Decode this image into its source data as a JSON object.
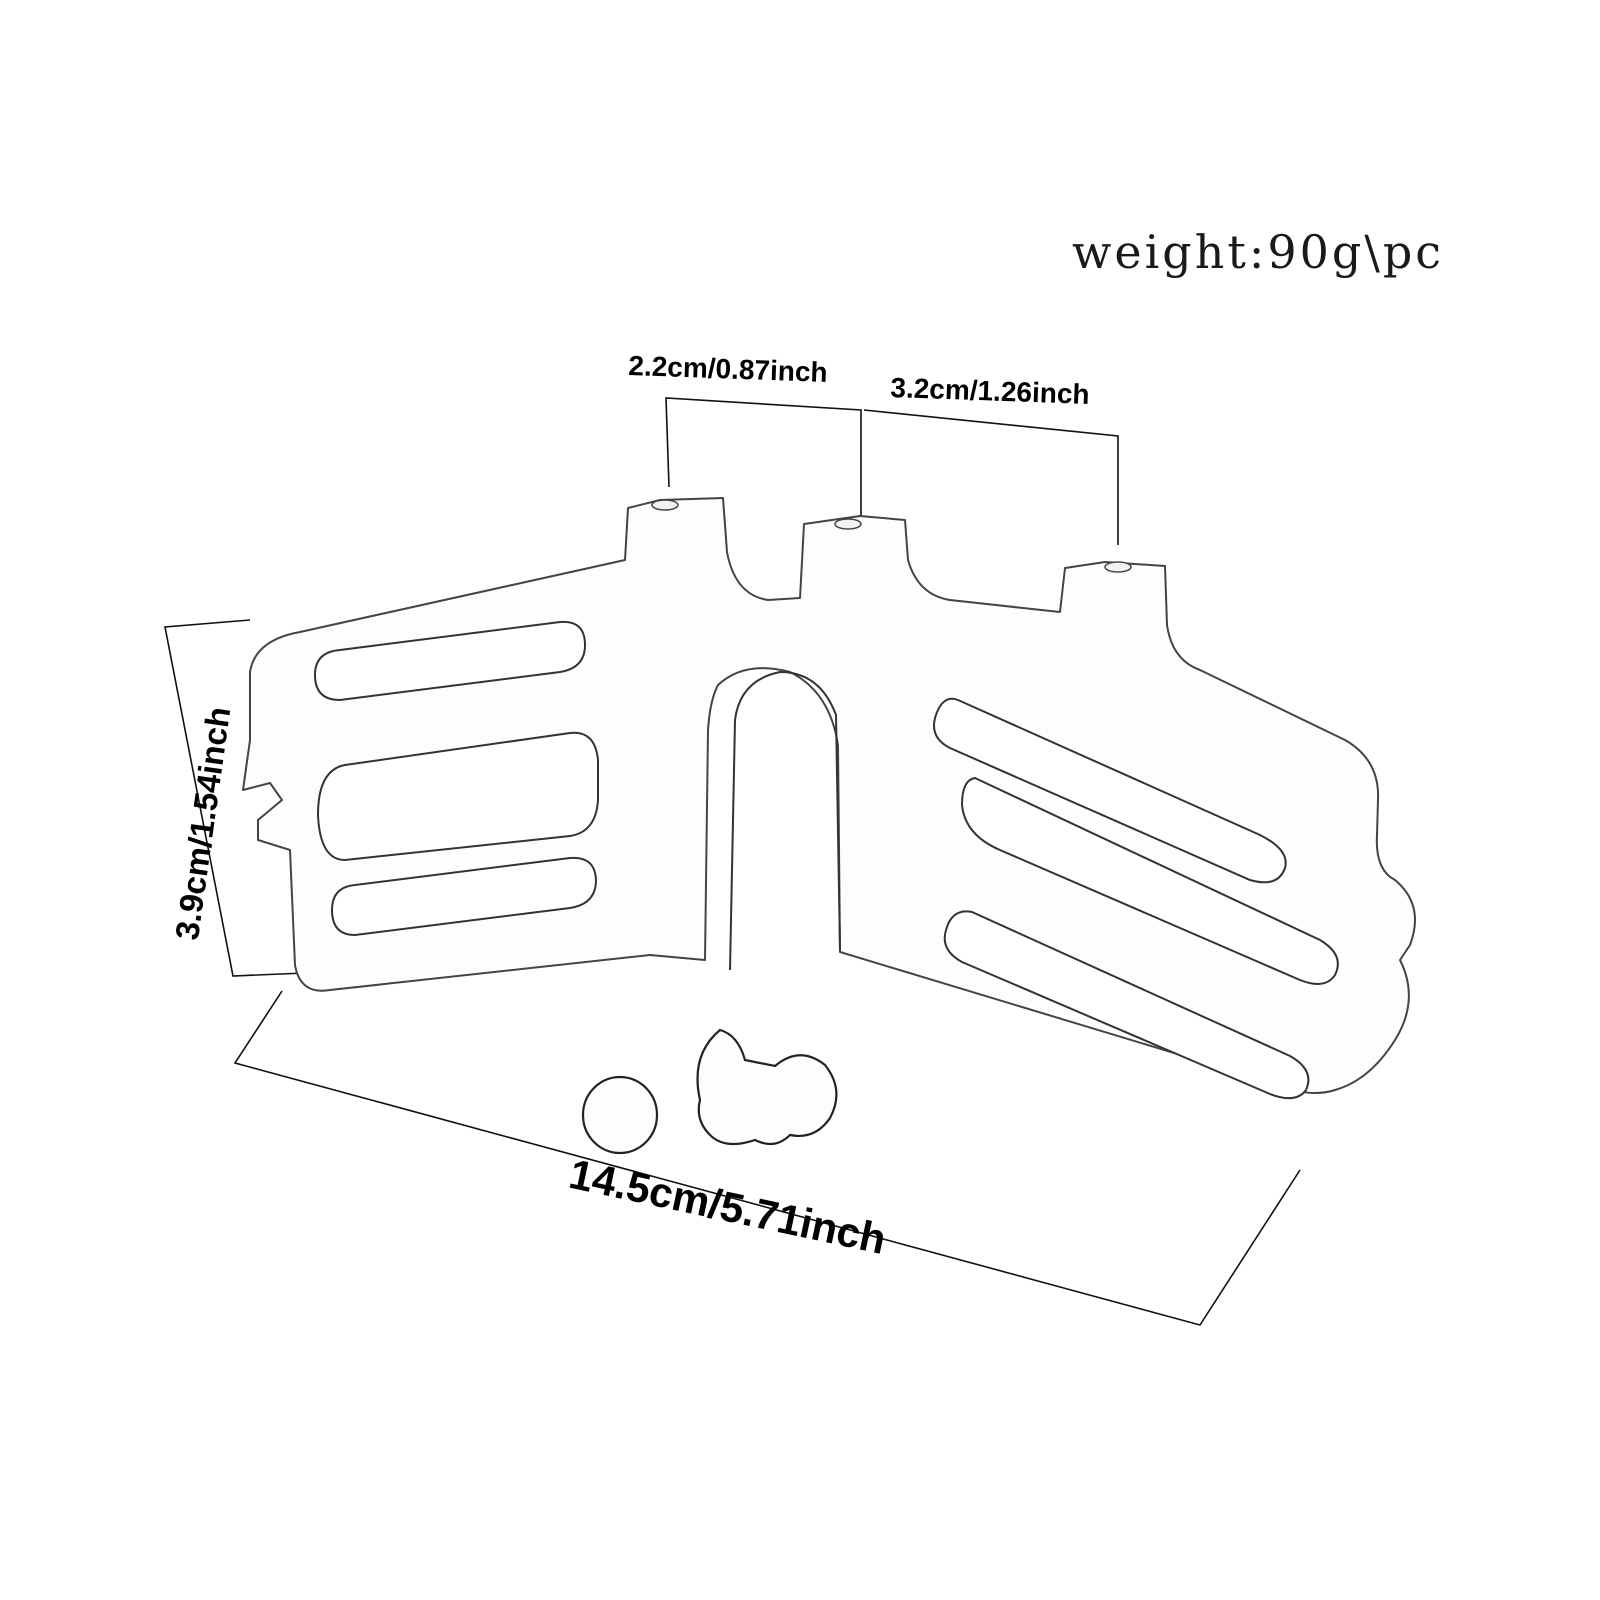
{
  "figure": {
    "type": "product-dimension-diagram",
    "subject": "aluminum bracket (line drawing) with two screws",
    "weight_label": "weight:90g\\pc",
    "dimensions": {
      "hole_spacing_1": "2.2cm/0.87inch",
      "hole_spacing_2": "3.2cm/1.26inch",
      "height": "3.9cm/1.54inch",
      "length": "14.5cm/5.71inch"
    },
    "accessories": [
      "screw",
      "screw"
    ],
    "colors": {
      "background": "#ffffff",
      "outline": "#3a3a3a",
      "dimension_line": "#111111",
      "text": "#000000"
    }
  }
}
